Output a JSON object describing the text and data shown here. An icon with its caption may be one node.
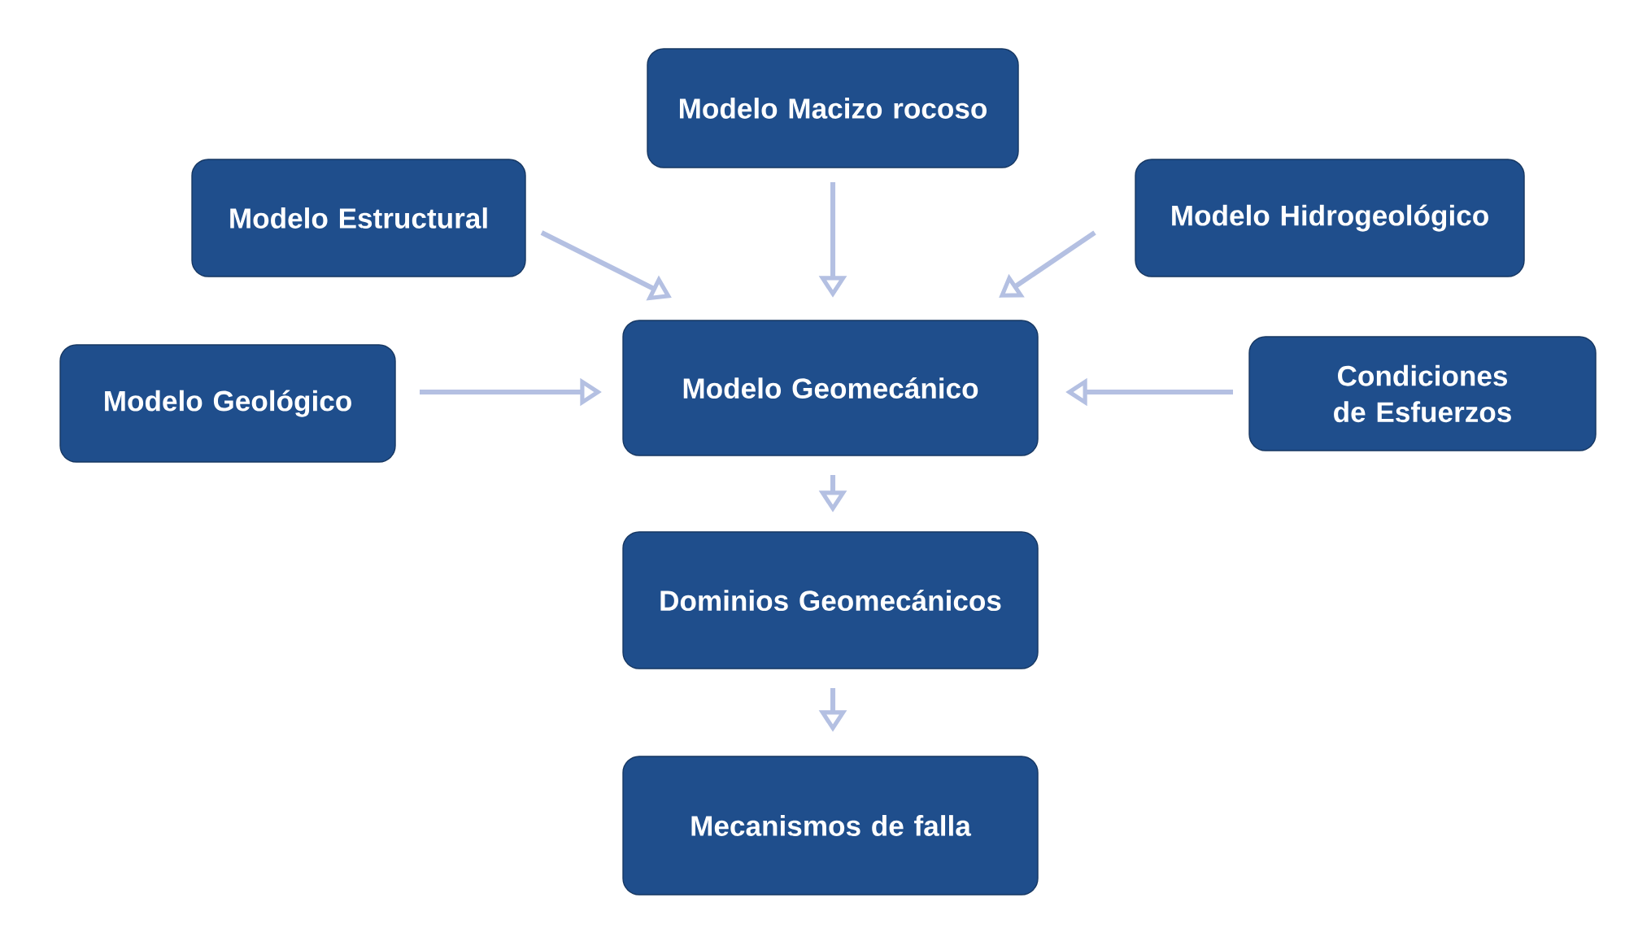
{
  "diagram": {
    "nodes": [
      {
        "text": [
          "Modelo Macizo rocoso"
        ]
      },
      {
        "text": [
          "Modelo Estructural"
        ]
      },
      {
        "text": [
          "Modelo Hidrogeológico"
        ]
      },
      {
        "text": [
          "Modelo Geológico"
        ]
      },
      {
        "text": [
          "Modelo Geomecánico"
        ]
      },
      {
        "text": [
          "Condiciones de Esfuerzos"
        ]
      },
      {
        "text": [
          "Dominios Geomecánicos"
        ]
      },
      {
        "text": [
          "Mecanismos de falla"
        ]
      }
    ],
    "edges": [
      {
        "from": 0,
        "to": 4,
        "arrow": "to"
      },
      {
        "from": 1,
        "to": 4,
        "arrow": "to"
      },
      {
        "from": 2,
        "to": 4,
        "arrow": "to"
      },
      {
        "from": 3,
        "to": 4,
        "arrow": "to"
      },
      {
        "from": 5,
        "to": 4,
        "arrow": "to"
      },
      {
        "from": 4,
        "to": 6,
        "arrow": "to"
      },
      {
        "from": 6,
        "to": 7,
        "arrow": "to"
      }
    ]
  }
}
